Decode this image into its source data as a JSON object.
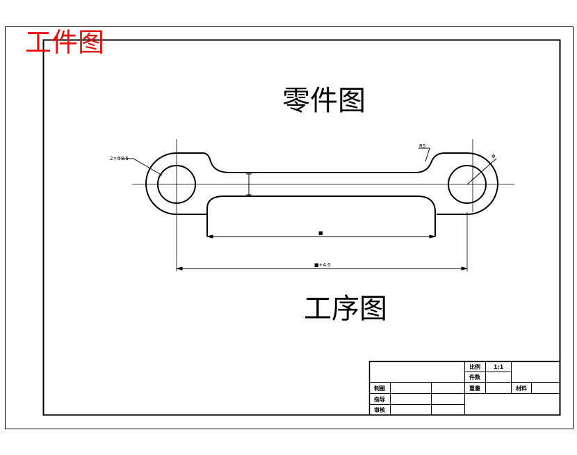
{
  "header_title": "工件图",
  "part_drawing_title": "零件图",
  "process_drawing_title": "工序图",
  "dimensions": {
    "hole_note": "2×Φ8.5",
    "radius_label": "R5",
    "small_diameter": "Φ",
    "inner_length": "■",
    "overall_length": "■+4.0"
  },
  "title_block": {
    "scale_label": "比例",
    "scale_value": "1:1",
    "quantity_label": "件数",
    "weight_label": "重量",
    "material_label": "材料",
    "drawn_by_label": "制图",
    "guided_by_label": "指导",
    "reviewed_by_label": "审核"
  }
}
